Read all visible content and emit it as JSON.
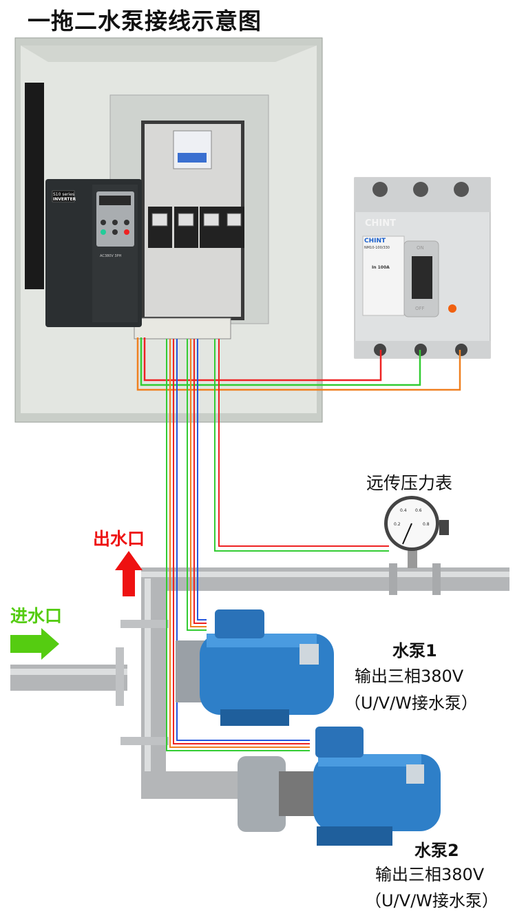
{
  "title": "一拖二水泵接线示意图",
  "gauge": {
    "label": "远传压力表",
    "scale": [
      "0.2",
      "0.4",
      "0.6",
      "0.8"
    ]
  },
  "outlet": {
    "label": "出水口",
    "color": "#ee1111"
  },
  "inlet": {
    "label": "进水口",
    "color": "#55cc11"
  },
  "pump1": {
    "name": "水泵1",
    "output": "输出三相380V",
    "note": "（U/V/W接水泵）"
  },
  "pump2": {
    "name": "水泵2",
    "output": "输出三相380V",
    "note": "（U/V/W接水泵）"
  },
  "inverter": {
    "series": "S10 series",
    "brand": "INVERTER",
    "rating": "AC380V 3PH"
  },
  "breaker": {
    "brand": "CHINT",
    "model": "NM10-100/330",
    "current": "In 100A",
    "on": "ON",
    "off": "OFF"
  },
  "wire_colors": {
    "red": "#ee2222",
    "green": "#33cc33",
    "orange": "#f08020",
    "blue": "#2255dd"
  }
}
